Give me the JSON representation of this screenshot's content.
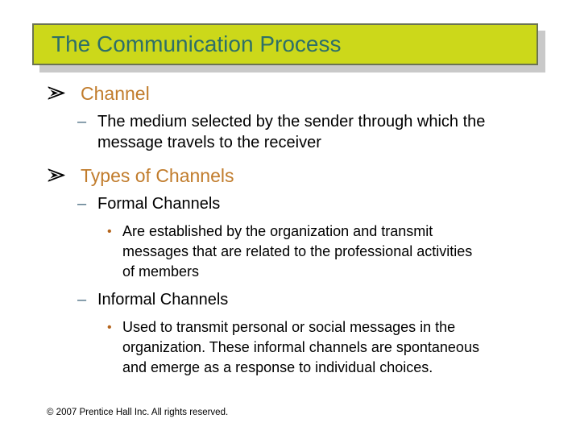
{
  "slide": {
    "title": "The Communication Process",
    "markers": {
      "dash": "–",
      "dot": "•"
    },
    "bullets": [
      {
        "level": 1,
        "text": "Channel"
      },
      {
        "level": 2,
        "text": "The medium selected by the sender through which the\nmessage travels to the receiver"
      },
      {
        "level": 1,
        "text": "Types of Channels"
      },
      {
        "level": 2,
        "text": "Formal Channels"
      },
      {
        "level": 3,
        "text": "Are established by the organization and transmit\nmessages that are related to the professional activities\nof members"
      },
      {
        "level": 2,
        "text": "Informal Channels"
      },
      {
        "level": 3,
        "text": "Used to transmit personal or social messages in the\norganization. These informal channels are spontaneous\nand emerge as a response to individual choices."
      }
    ],
    "footer": "© 2007 Prentice Hall Inc. All rights reserved.",
    "colors": {
      "title_fill": "#ccd81a",
      "title_border": "#6b7352",
      "title_text": "#2e6f68",
      "title_shadow": "#c9c9c9",
      "level1_text": "#c17c2c",
      "dash_marker": "#4f7186",
      "dot_marker": "#b5651d",
      "body_text": "#000000"
    }
  }
}
